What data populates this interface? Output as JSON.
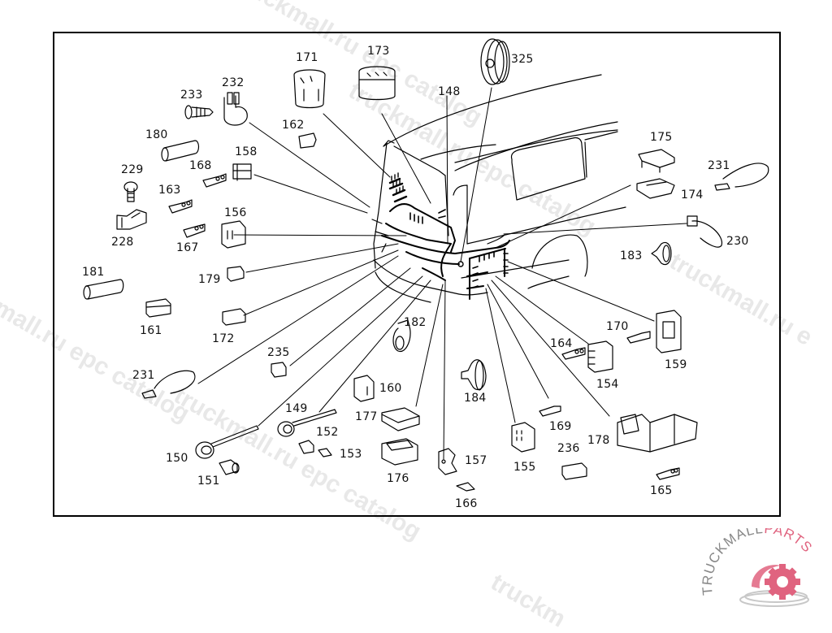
{
  "diagram": {
    "description": "Exploded parts diagram of van electrical wiring harness connectors",
    "parts": [
      {
        "id": "p171",
        "label": "171"
      },
      {
        "id": "p173",
        "label": "173"
      },
      {
        "id": "p325",
        "label": "325"
      },
      {
        "id": "p233",
        "label": "233"
      },
      {
        "id": "p232",
        "label": "232"
      },
      {
        "id": "p148",
        "label": "148"
      },
      {
        "id": "p162",
        "label": "162"
      },
      {
        "id": "p180",
        "label": "180"
      },
      {
        "id": "p158",
        "label": "158"
      },
      {
        "id": "p175",
        "label": "175"
      },
      {
        "id": "p229",
        "label": "229"
      },
      {
        "id": "p168",
        "label": "168"
      },
      {
        "id": "p231a",
        "label": "231"
      },
      {
        "id": "p163",
        "label": "163"
      },
      {
        "id": "p174",
        "label": "174"
      },
      {
        "id": "p156",
        "label": "156"
      },
      {
        "id": "p228",
        "label": "228"
      },
      {
        "id": "p167",
        "label": "167"
      },
      {
        "id": "p230",
        "label": "230"
      },
      {
        "id": "p183",
        "label": "183"
      },
      {
        "id": "p181",
        "label": "181"
      },
      {
        "id": "p179",
        "label": "179"
      },
      {
        "id": "p161",
        "label": "161"
      },
      {
        "id": "p172",
        "label": "172"
      },
      {
        "id": "p170",
        "label": "170"
      },
      {
        "id": "p182",
        "label": "182"
      },
      {
        "id": "p235",
        "label": "235"
      },
      {
        "id": "p164",
        "label": "164"
      },
      {
        "id": "p159",
        "label": "159"
      },
      {
        "id": "p231b",
        "label": "231"
      },
      {
        "id": "p154",
        "label": "154"
      },
      {
        "id": "p160",
        "label": "160"
      },
      {
        "id": "p184",
        "label": "184"
      },
      {
        "id": "p149",
        "label": "149"
      },
      {
        "id": "p177",
        "label": "177"
      },
      {
        "id": "p169",
        "label": "169"
      },
      {
        "id": "p152",
        "label": "152"
      },
      {
        "id": "p178",
        "label": "178"
      },
      {
        "id": "p236",
        "label": "236"
      },
      {
        "id": "p150",
        "label": "150"
      },
      {
        "id": "p153",
        "label": "153"
      },
      {
        "id": "p157",
        "label": "157"
      },
      {
        "id": "p155",
        "label": "155"
      },
      {
        "id": "p176",
        "label": "176"
      },
      {
        "id": "p151",
        "label": "151"
      },
      {
        "id": "p166",
        "label": "166"
      },
      {
        "id": "p165",
        "label": "165"
      }
    ]
  },
  "watermarks": {
    "text_1": "truckmall.ru epc catalog",
    "text_2": "truckmall.ru epc catalog",
    "text_3": "truckmall.ru epc catalog",
    "text_4": "truckmall.ru epc catalog",
    "text_5": "truckmall.ru e",
    "text_6": "truckm"
  },
  "logo": {
    "brand_part1": "TRUCKMALL",
    "brand_part2": "PARTS",
    "color_primary": "#e0637f",
    "color_secondary": "#888888"
  }
}
